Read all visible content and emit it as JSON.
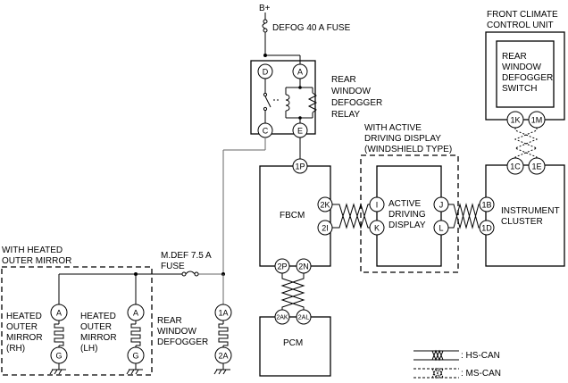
{
  "power": {
    "supply": "B+",
    "defog_fuse": "DEFOG 40 A FUSE",
    "mdef_fuse_line1": "M.DEF 7.5 A",
    "mdef_fuse_line2": "FUSE"
  },
  "relay": {
    "line1": "REAR",
    "line2": "WINDOW",
    "line3": "DEFOGGER",
    "line4": "RELAY",
    "pins": {
      "d": "D",
      "a": "A",
      "c": "C",
      "e": "E"
    }
  },
  "front_climate": {
    "line1": "FRONT CLIMATE",
    "line2": "CONTROL UNIT",
    "switch_line1": "REAR",
    "switch_line2": "WINDOW",
    "switch_line3": "DEFOGGER",
    "switch_line4": "SWITCH",
    "pins": {
      "k1": "1K",
      "m1": "1M",
      "c1": "1C",
      "e1": "1E"
    }
  },
  "fbcm": {
    "label": "FBCM",
    "pins": {
      "p1": "1P",
      "k2": "2K",
      "i2": "2I",
      "p2": "2P",
      "n2": "2N"
    }
  },
  "add": {
    "group_line1": "WITH ACTIVE",
    "group_line2": "DRIVING DISPLAY",
    "group_line3": "(WINDSHIELD TYPE)",
    "line1": "ACTIVE",
    "line2": "DRIVING",
    "line3": "DISPLAY",
    "pins": {
      "i": "I",
      "k": "K",
      "j": "J",
      "l": "L"
    }
  },
  "instrument": {
    "line1": "INSTRUMENT",
    "line2": "CLUSTER",
    "pins": {
      "b1": "1B",
      "d1": "1D"
    }
  },
  "pcm": {
    "label": "PCM",
    "pins": {
      "ak2": "2AK",
      "al2": "2AL"
    }
  },
  "mirrors": {
    "group_line1": "WITH HEATED",
    "group_line2": "OUTER MIRROR",
    "rh": {
      "line1": "HEATED",
      "line2": "OUTER",
      "line3": "MIRROR",
      "line4": "(RH)",
      "pin_a": "A",
      "pin_g": "G"
    },
    "lh": {
      "line1": "HEATED",
      "line2": "OUTER",
      "line3": "MIRROR",
      "line4": "(LH)",
      "pin_a": "A",
      "pin_g": "G"
    }
  },
  "defogger": {
    "line1": "REAR",
    "line2": "WINDOW",
    "line3": "DEFOGGER",
    "pin_top": "1A",
    "pin_bottom": "2A"
  },
  "legend": {
    "hs_can": ": HS-CAN",
    "ms_can": ": MS-CAN"
  }
}
